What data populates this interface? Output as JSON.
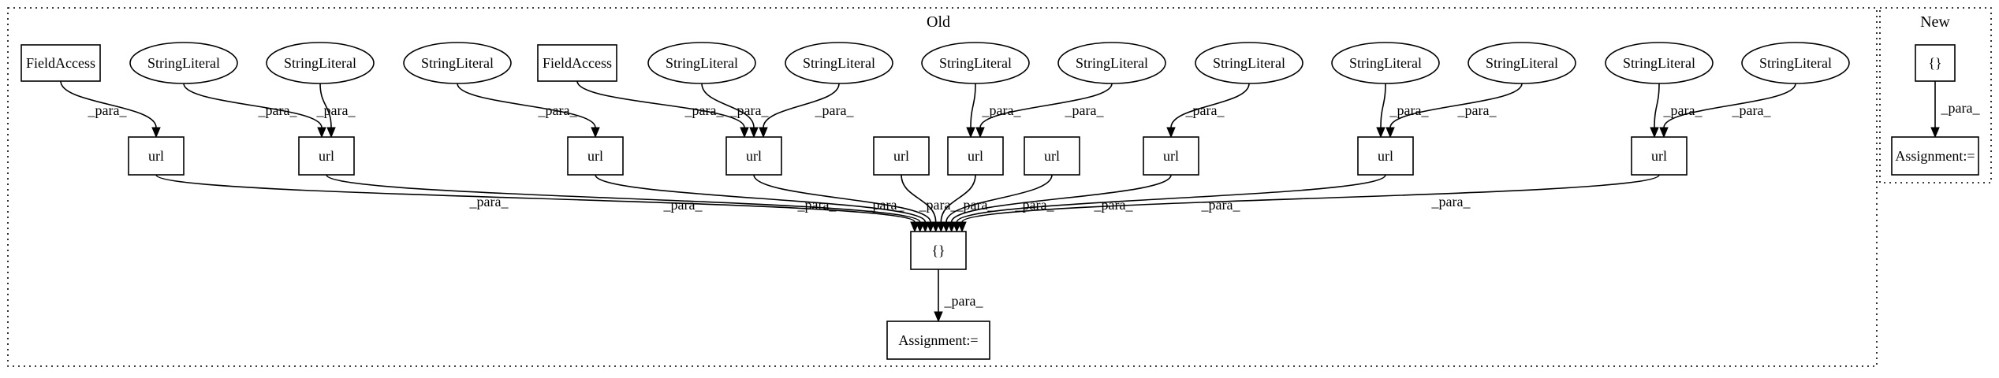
{
  "clusters": [
    {
      "id": "old",
      "label": "Old"
    },
    {
      "id": "new",
      "label": "New"
    }
  ],
  "nodes": [
    {
      "id": "fa1",
      "label": "FieldAccess",
      "shape": "box"
    },
    {
      "id": "s1",
      "label": "StringLiteral",
      "shape": "ellipse"
    },
    {
      "id": "s2",
      "label": "StringLiteral",
      "shape": "ellipse"
    },
    {
      "id": "s3",
      "label": "StringLiteral",
      "shape": "ellipse"
    },
    {
      "id": "fa2",
      "label": "FieldAccess",
      "shape": "box"
    },
    {
      "id": "s4",
      "label": "StringLiteral",
      "shape": "ellipse"
    },
    {
      "id": "s5",
      "label": "StringLiteral",
      "shape": "ellipse"
    },
    {
      "id": "s6",
      "label": "StringLiteral",
      "shape": "ellipse"
    },
    {
      "id": "s7",
      "label": "StringLiteral",
      "shape": "ellipse"
    },
    {
      "id": "s8",
      "label": "StringLiteral",
      "shape": "ellipse"
    },
    {
      "id": "s9",
      "label": "StringLiteral",
      "shape": "ellipse"
    },
    {
      "id": "s10",
      "label": "StringLiteral",
      "shape": "ellipse"
    },
    {
      "id": "s11",
      "label": "StringLiteral",
      "shape": "ellipse"
    },
    {
      "id": "s12",
      "label": "StringLiteral",
      "shape": "ellipse"
    },
    {
      "id": "u1",
      "label": "url",
      "shape": "box"
    },
    {
      "id": "u2",
      "label": "url",
      "shape": "box"
    },
    {
      "id": "u3",
      "label": "url",
      "shape": "box"
    },
    {
      "id": "u4",
      "label": "url",
      "shape": "box"
    },
    {
      "id": "u5",
      "label": "url",
      "shape": "box"
    },
    {
      "id": "u6",
      "label": "url",
      "shape": "box"
    },
    {
      "id": "u7",
      "label": "url",
      "shape": "box"
    },
    {
      "id": "u8",
      "label": "url",
      "shape": "box"
    },
    {
      "id": "u9",
      "label": "url",
      "shape": "box"
    },
    {
      "id": "u10",
      "label": "url",
      "shape": "box"
    },
    {
      "id": "brace",
      "label": "{}",
      "shape": "box"
    },
    {
      "id": "assign",
      "label": "Assignment:=",
      "shape": "box"
    },
    {
      "id": "nbrace",
      "label": "{}",
      "shape": "box"
    },
    {
      "id": "nassign",
      "label": "Assignment:=",
      "shape": "box"
    }
  ],
  "edges": [
    {
      "from": "fa1",
      "to": "u1",
      "label": "_para_"
    },
    {
      "from": "s1",
      "to": "u2",
      "label": "_para_"
    },
    {
      "from": "s2",
      "to": "u2",
      "label": "_para_"
    },
    {
      "from": "s3",
      "to": "u3",
      "label": "_para_"
    },
    {
      "from": "fa2",
      "to": "u4",
      "label": "_para_"
    },
    {
      "from": "s4",
      "to": "u4",
      "label": "_para_"
    },
    {
      "from": "s5",
      "to": "u4",
      "label": "_para_"
    },
    {
      "from": "s6",
      "to": "u6",
      "label": "_para_"
    },
    {
      "from": "s7",
      "to": "u6",
      "label": "_para_"
    },
    {
      "from": "s8",
      "to": "u8",
      "label": "_para_"
    },
    {
      "from": "s9",
      "to": "u9",
      "label": "_para_"
    },
    {
      "from": "s10",
      "to": "u9",
      "label": "_para_"
    },
    {
      "from": "s11",
      "to": "u10",
      "label": "_para_"
    },
    {
      "from": "s12",
      "to": "u10",
      "label": "_para_"
    },
    {
      "from": "u1",
      "to": "brace",
      "label": "_para_"
    },
    {
      "from": "u2",
      "to": "brace",
      "label": "_para_"
    },
    {
      "from": "u3",
      "to": "brace",
      "label": "_para_"
    },
    {
      "from": "u4",
      "to": "brace",
      "label": "_para_"
    },
    {
      "from": "u5",
      "to": "brace",
      "label": "_para_"
    },
    {
      "from": "u6",
      "to": "brace",
      "label": "_para_"
    },
    {
      "from": "u7",
      "to": "brace",
      "label": "_para_"
    },
    {
      "from": "u8",
      "to": "brace",
      "label": "_para_"
    },
    {
      "from": "u9",
      "to": "brace",
      "label": "_para_"
    },
    {
      "from": "u10",
      "to": "brace",
      "label": "_para_"
    },
    {
      "from": "brace",
      "to": "assign",
      "label": "_para_"
    },
    {
      "from": "nbrace",
      "to": "nassign",
      "label": "_para_"
    }
  ]
}
